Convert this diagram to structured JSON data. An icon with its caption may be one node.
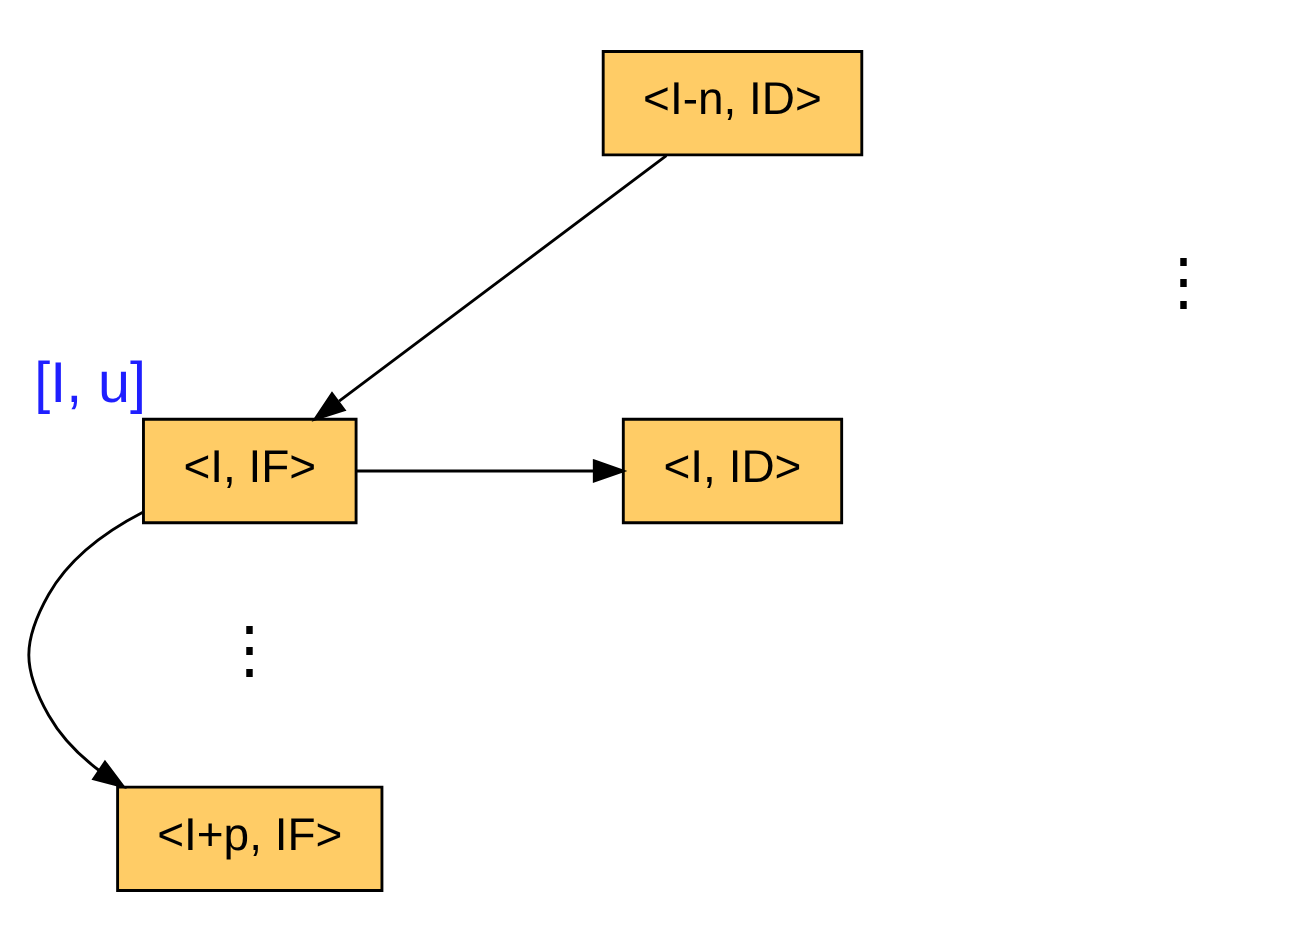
{
  "diagram": {
    "nodes": [
      {
        "text": [
          "<I-n, ID>"
        ]
      },
      {
        "text": [
          "<I, IF>"
        ],
        "beside": [
          "[I, u]"
        ]
      },
      {
        "text": [
          "<I, ID>"
        ]
      },
      {
        "text": [
          "<I+p, IF>"
        ]
      }
    ],
    "edges": [
      {
        "from": 0,
        "to": 1,
        "arrow": "to"
      },
      {
        "from": 1,
        "to": 2,
        "arrow": "to"
      },
      {
        "from": 1,
        "to": 3,
        "arrow": "to"
      }
    ],
    "labels": [
      "⋮",
      "⋮"
    ]
  }
}
